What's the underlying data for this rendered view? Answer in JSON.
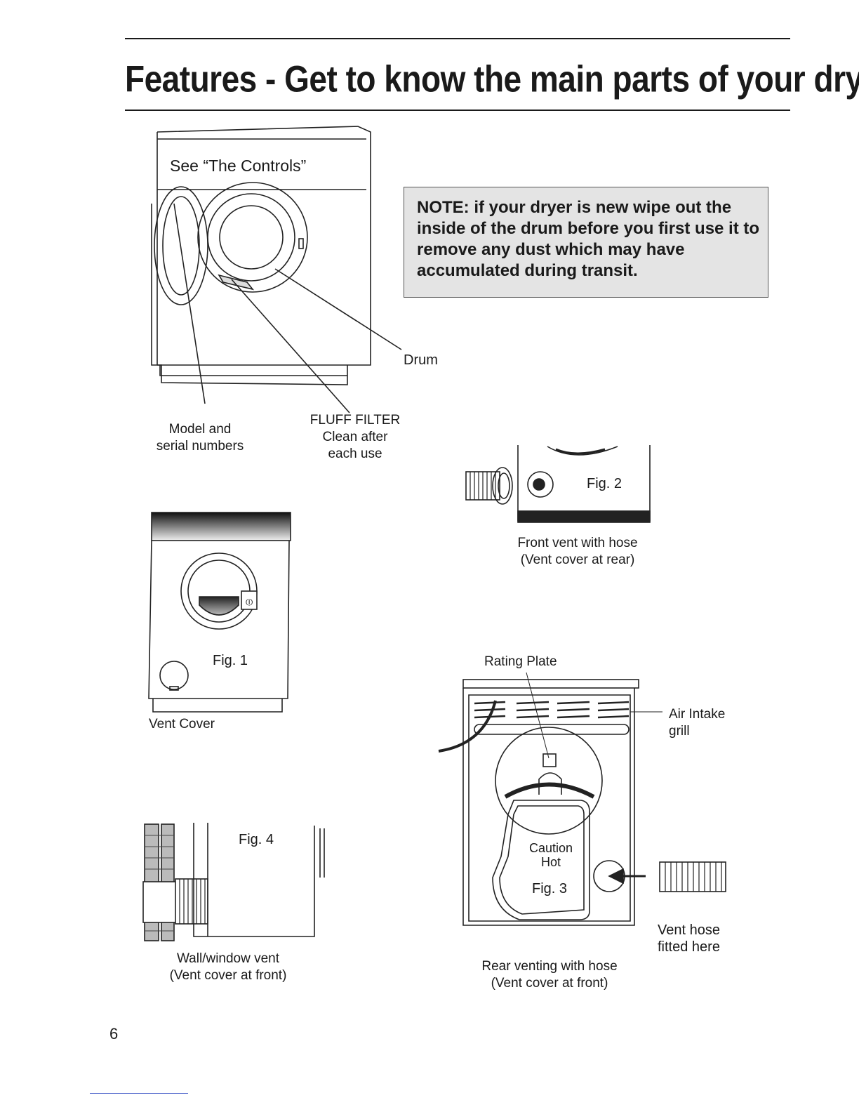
{
  "header": {
    "title": "Features - Get to know the main parts of your dryer"
  },
  "main_figure": {
    "controls_panel_label": "See “The Controls”",
    "drum_label": "Drum",
    "model_label_line1": "Model and",
    "model_label_line2": "serial numbers",
    "filter_label_line1": "FLUFF FILTER",
    "filter_label_line2": "Clean after",
    "filter_label_line3": "each use"
  },
  "note": {
    "text": "NOTE: if your dryer is new wipe out the inside of the drum before you first use it to remove any dust which may have accumulated during transit."
  },
  "fig1": {
    "label": "Fig. 1",
    "caption": "Vent Cover"
  },
  "fig2": {
    "label": "Fig. 2",
    "caption_line1": "Front vent with hose",
    "caption_line2": "(Vent cover at rear)"
  },
  "fig3": {
    "rating_plate": "Rating Plate",
    "air_intake_line1": "Air Intake",
    "air_intake_line2": "grill",
    "caution_line1": "Caution",
    "caution_line2": "Hot",
    "label": "Fig. 3",
    "vent_hose_line1": "Vent hose",
    "vent_hose_line2": "fitted here",
    "caption_line1": "Rear venting with hose",
    "caption_line2": "(Vent cover at front)"
  },
  "fig4": {
    "label": "Fig. 4",
    "caption_line1": "Wall/window vent",
    "caption_line2": "(Vent cover at front)"
  },
  "footer": {
    "page_number": "6"
  }
}
